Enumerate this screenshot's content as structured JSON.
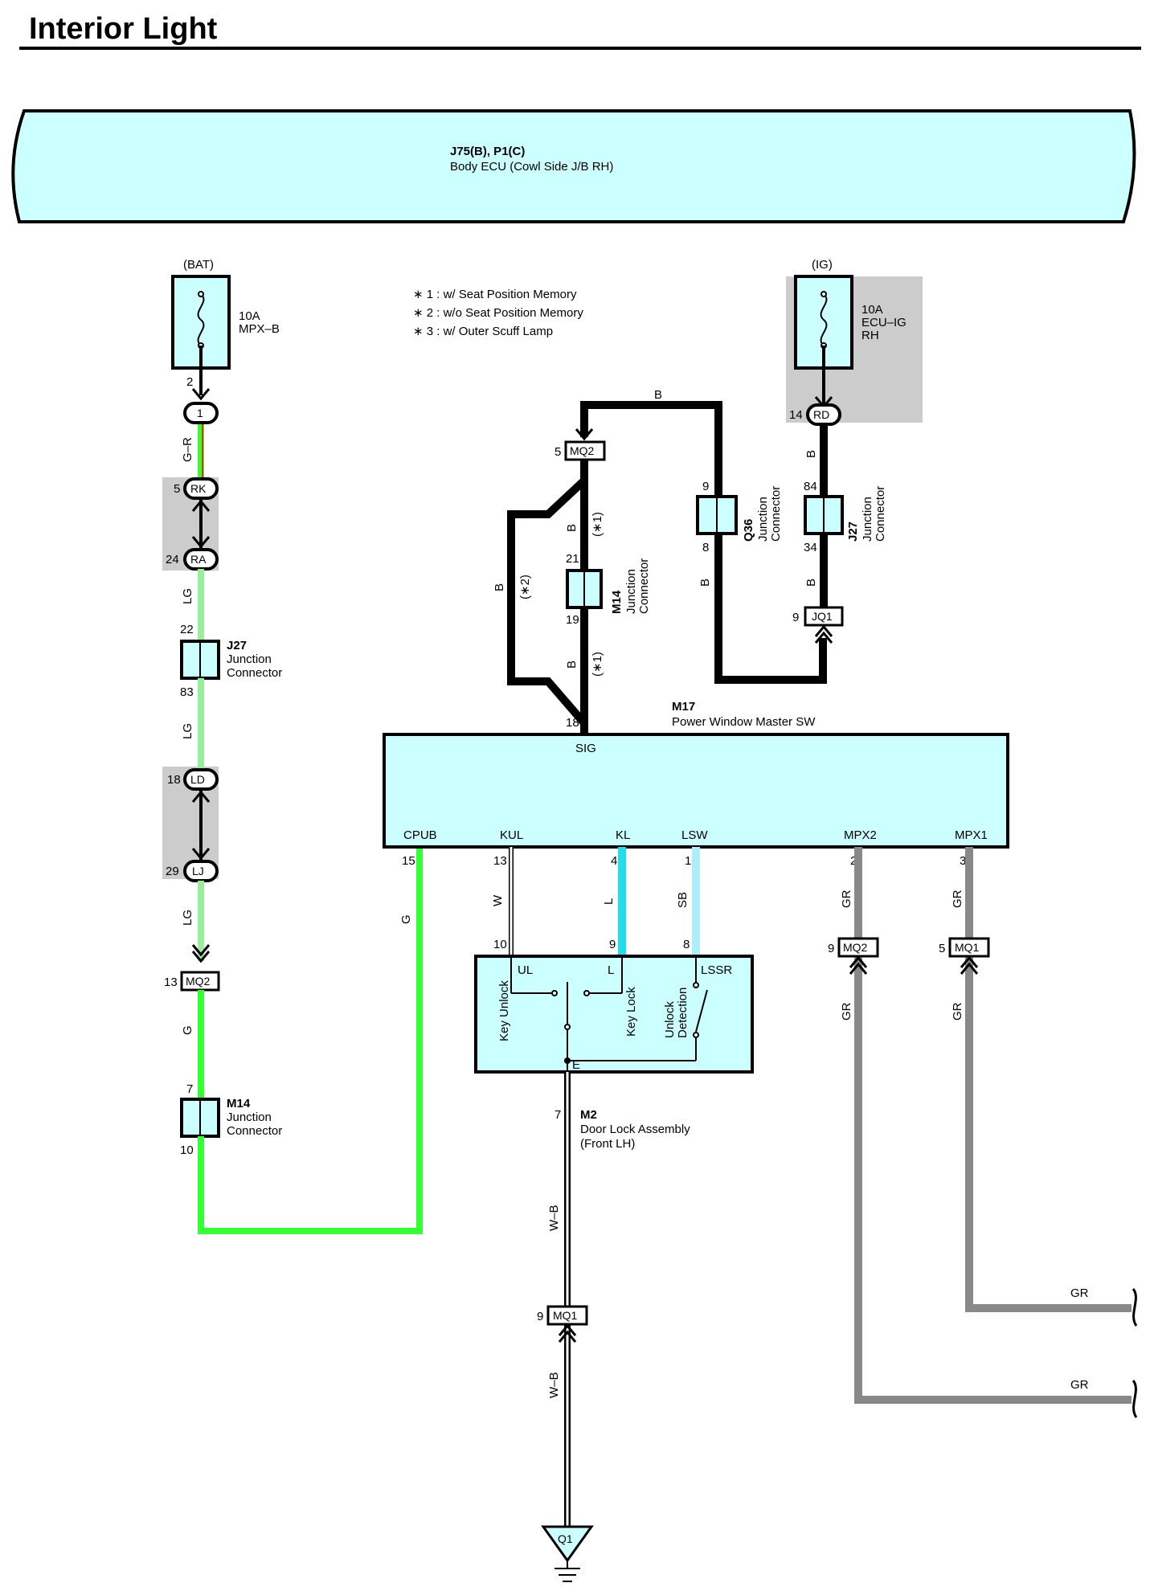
{
  "title": "Interior Light",
  "ecu": {
    "connector": "J75(B), P1(C)",
    "name": "Body ECU (Cowl Side J/B RH)"
  },
  "notes": [
    "∗ 1 : w/ Seat Position Memory",
    "∗ 2 : w/o Seat Position Memory",
    "∗ 3 : w/ Outer Scuff Lamp"
  ],
  "fuse_bat": {
    "source": "(BAT)",
    "amp": "10A",
    "name": "MPX–B"
  },
  "fuse_ig": {
    "source": "(IG)",
    "amp": "10A",
    "name1": "ECU–IG",
    "name2": "RH"
  },
  "connectors": {
    "c1": "1",
    "rk": "RK",
    "ra": "RA",
    "ld": "LD",
    "lj": "LJ",
    "mq2_left": "MQ2",
    "mq2_top": "MQ2",
    "rd": "RD",
    "jq1": "JQ1",
    "mq2_right": "MQ2",
    "mq1_right": "MQ1",
    "mq1_bottom": "MQ1",
    "q1": "Q1"
  },
  "junctions": {
    "j27_left": {
      "code": "J27",
      "line1": "Junction",
      "line2": "Connector"
    },
    "m14_left": {
      "code": "M14",
      "line1": "Junction",
      "line2": "Connector"
    },
    "m14_mid": {
      "code": "M14",
      "line1": "Junction",
      "line2": "Connector"
    },
    "q36": {
      "code": "Q36",
      "line1": "Junction",
      "line2": "Connector"
    },
    "j27_right": {
      "code": "J27",
      "line1": "Junction",
      "line2": "Connector"
    }
  },
  "pins": {
    "p2": "2",
    "p5": "5",
    "p24": "24",
    "p22": "22",
    "p83": "83",
    "p18l": "18",
    "p29": "29",
    "p13l": "13",
    "p7": "7",
    "p10l": "10",
    "p5mq2": "5",
    "p21": "21",
    "p19": "19",
    "p18m": "18",
    "p9q": "9",
    "p8q": "8",
    "p14": "14",
    "p84": "84",
    "p34": "34",
    "p9jq": "9",
    "p15": "15",
    "p13": "13",
    "p4": "4",
    "p1": "1",
    "p2b": "2",
    "p3": "3",
    "p10": "10",
    "p9": "9",
    "p8": "8",
    "p9mq2": "9",
    "p5mq1": "5",
    "p7m2": "7",
    "p9mq1": "9"
  },
  "wires": {
    "gr_top": "G–R",
    "lg1": "LG",
    "lg2": "LG",
    "lg3": "LG",
    "g_left": "G",
    "g_right": "G",
    "b_top": "B",
    "b_ig": "B",
    "b_j27": "B",
    "b_q36": "B",
    "b_m14a": "B",
    "b_m14b": "B",
    "b_left": "B",
    "star1a": "(∗1)",
    "star1b": "(∗1)",
    "star2": "(∗2)",
    "w": "W",
    "l": "L",
    "sb": "SB",
    "gr1": "GR",
    "gr2": "GR",
    "gr3": "GR",
    "gr4": "GR",
    "gr5": "GR",
    "gr6": "GR",
    "wb1": "W–B",
    "wb2": "W–B"
  },
  "m17": {
    "code": "M17",
    "name": "Power Window Master SW",
    "sig": "SIG",
    "cpub": "CPUB",
    "kul": "KUL",
    "kl": "KL",
    "lsw": "LSW",
    "mpx2": "MPX2",
    "mpx1": "MPX1"
  },
  "m2": {
    "code": "M2",
    "name1": "Door Lock Assembly",
    "name2": "(Front LH)",
    "ul": "UL",
    "l": "L",
    "lssr": "LSSR",
    "e": "E",
    "key_unlock": "Key Unlock",
    "key_lock": "Key Lock",
    "unlock_detect1": "Unlock",
    "unlock_detect2": "Detection"
  },
  "colors": {
    "ecu_fill": "#ccffff",
    "wire_black": "#000000",
    "wire_green": "#33ff33",
    "wire_lightgreen": "#99ee99",
    "wire_gray": "#888888",
    "wire_cyan": "#22ddee",
    "wire_skyblue": "#aaeeff",
    "wire_red": "#ff2222",
    "shade": "#cccccc"
  }
}
